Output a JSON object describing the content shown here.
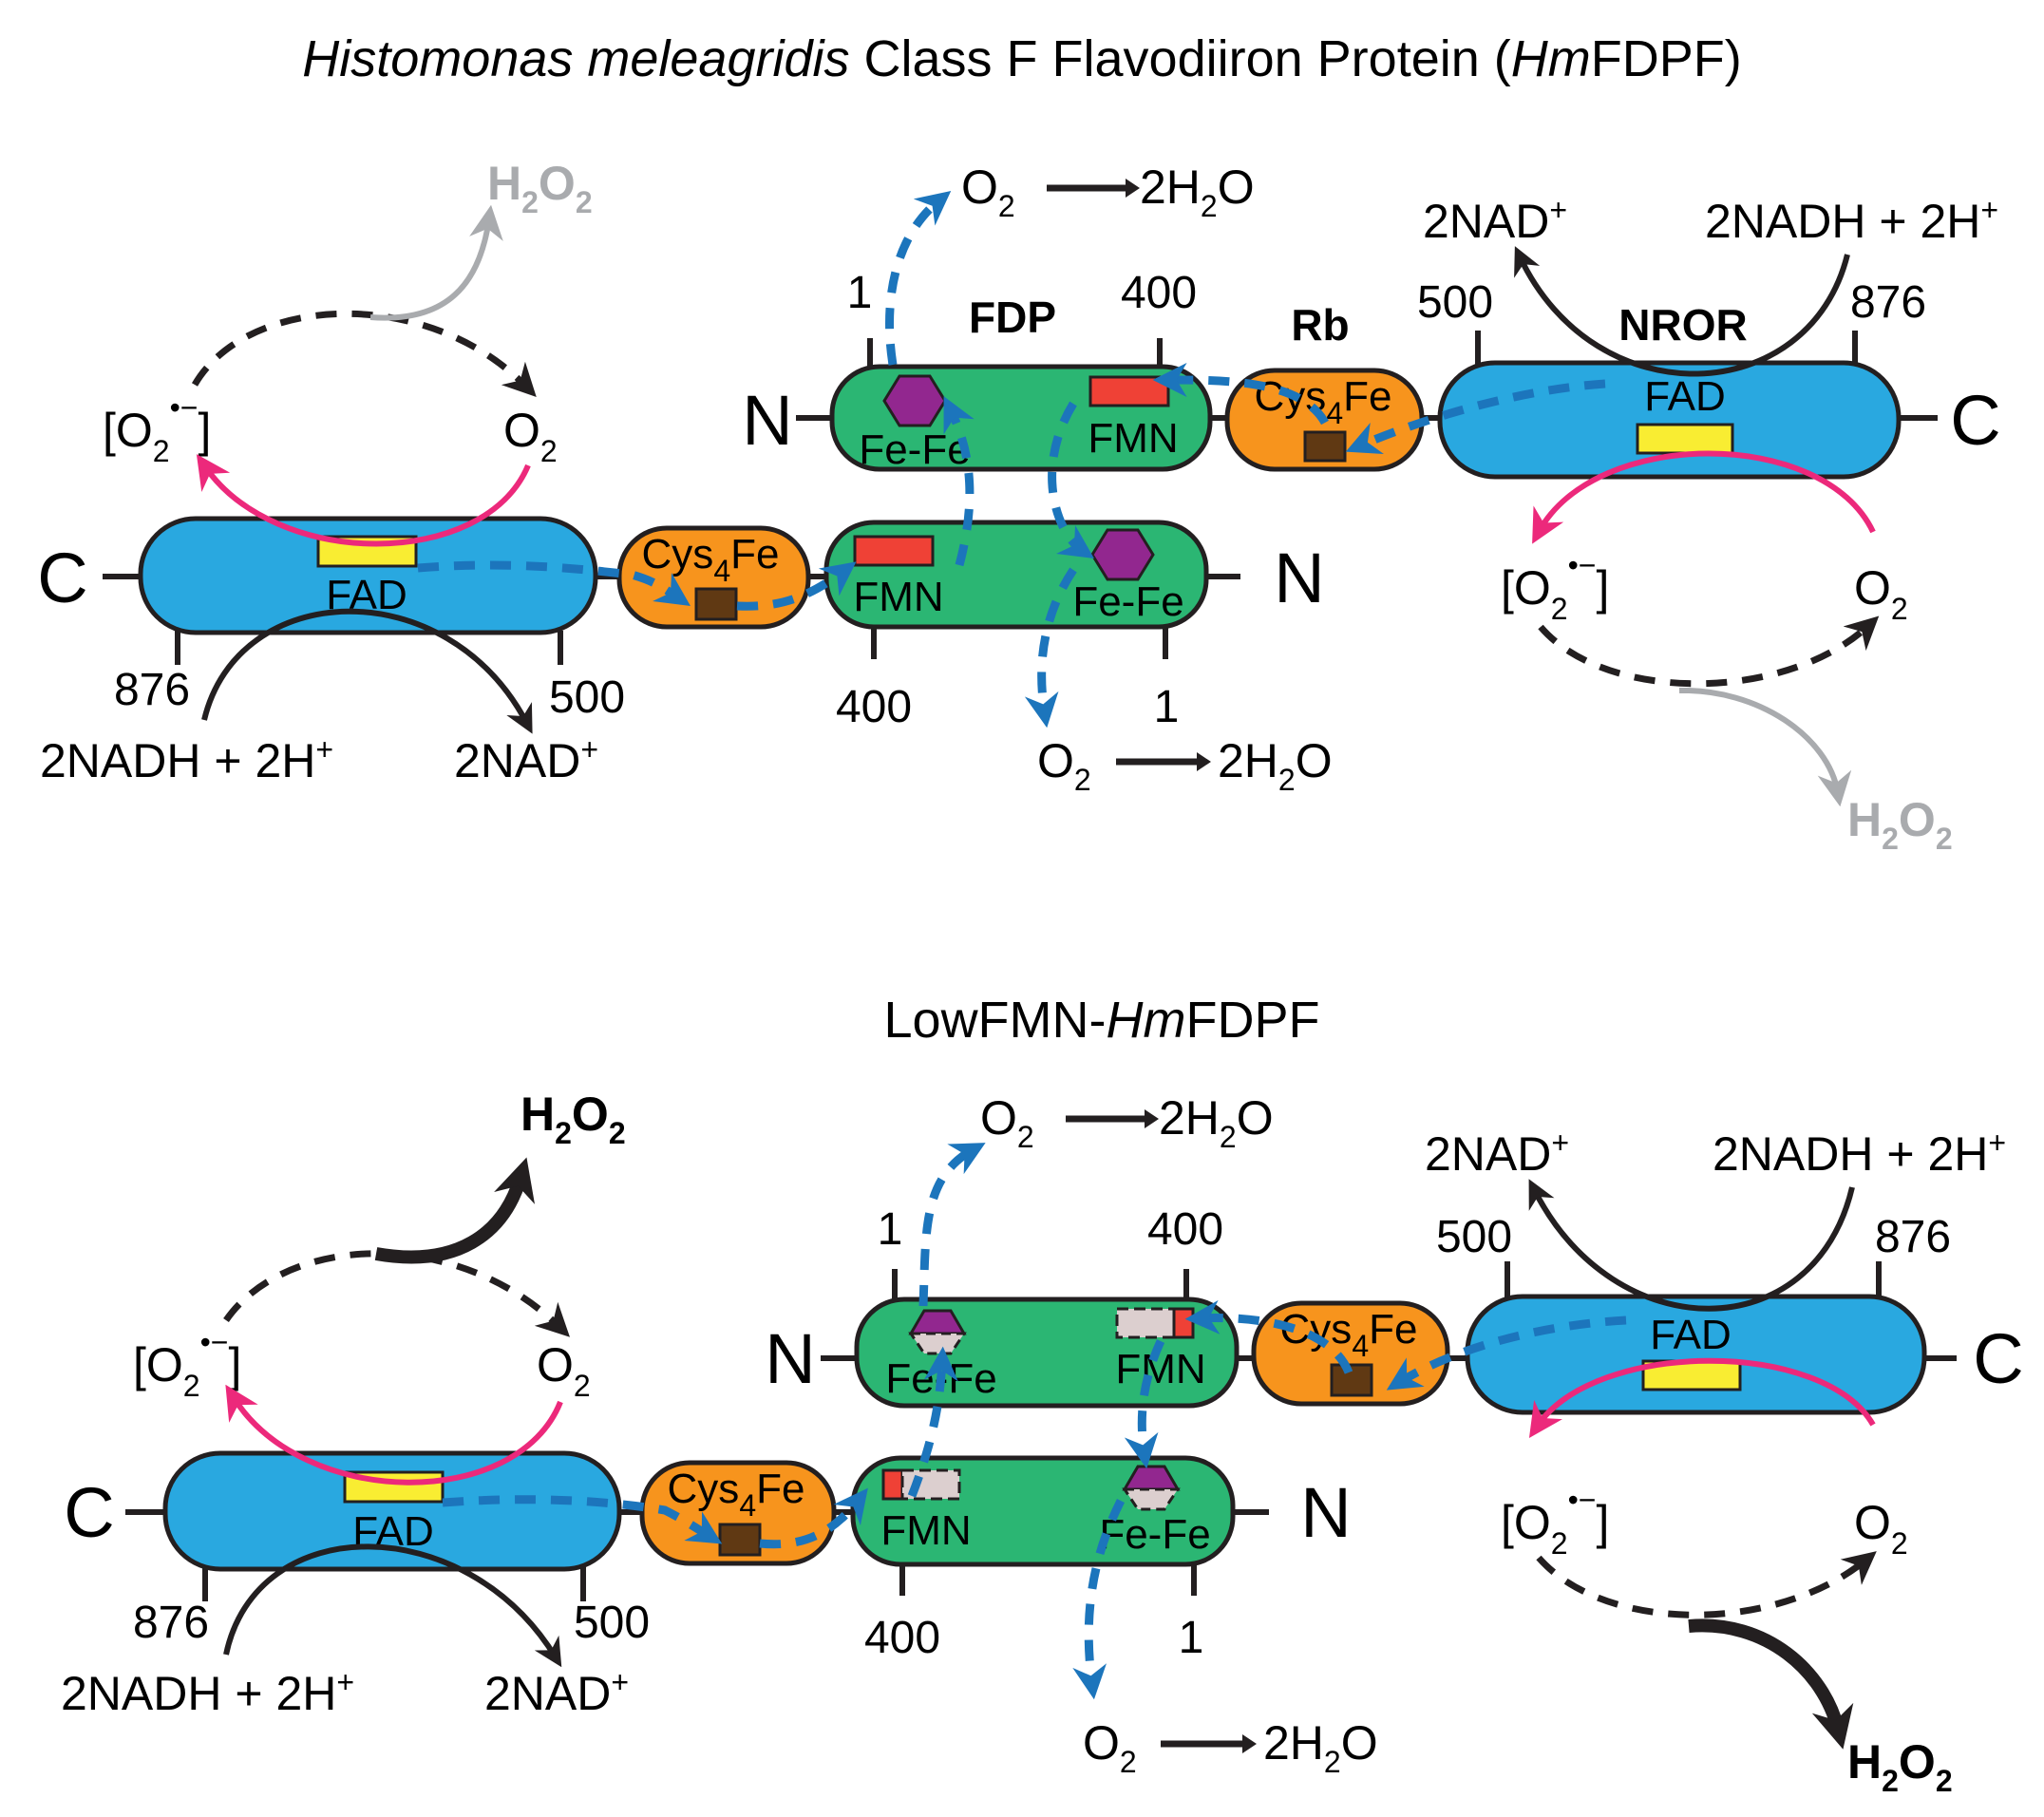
{
  "colors": {
    "fdp_domain": "#2bb673",
    "rb_domain": "#f7941d",
    "nror_domain": "#29a8e0",
    "fad": "#f9ed32",
    "fmn": "#ef4136",
    "fmn_depleted": "#dccfcf",
    "fefe": "#92278f",
    "fes_center": "#603913",
    "electron_flow": "#1c75bc",
    "superoxide_flow": "#ec297b",
    "minor_h2o2": "#a9abae"
  },
  "panels": [
    {
      "title_italic": "Histomonas meleagridis",
      "title_rest": " Class F Flavodiiron Protein (",
      "title_abbr_italic": "Hm",
      "title_abbr_rest": "FDPF)",
      "domain_labels": {
        "fdp": "FDP",
        "rb": "Rb",
        "nror": "NROR"
      },
      "subunit_a": {
        "n_term": "N",
        "c_term": "C",
        "ticks": [
          "1",
          "400",
          "500",
          "876"
        ],
        "fefe": "Fe-Fe",
        "fmn": "FMN",
        "rb_cys": "Cys",
        "rb_sub": "4",
        "rb_fe": "Fe",
        "fad": "FAD"
      },
      "subunit_b": {
        "n_term": "N",
        "c_term": "C",
        "ticks": [
          "876",
          "500",
          "400",
          "1"
        ],
        "fefe": "Fe-Fe",
        "fmn": "FMN",
        "rb_cys": "Cys",
        "rb_sub": "4",
        "rb_fe": "Fe",
        "fad": "FAD"
      },
      "reactions": {
        "o2_to_h2o_left": "O",
        "o2_sub": "2",
        "h2o_prefix": "2H",
        "h2o_sub": "2",
        "h2o_suffix": "O",
        "nad_plus": "2NAD",
        "nadh": "2NADH + 2H",
        "plus_sup": "+",
        "superoxide_open": "[O",
        "superoxide_sub": "2",
        "superoxide_sup": "•−",
        "superoxide_close": "]",
        "o2": "O",
        "h2o2_h": "H",
        "h2o2_o": "O",
        "h2o2_sub": "2",
        "h2o2_emphasis": "minor"
      }
    },
    {
      "title_prefix": "LowFMN-",
      "title_abbr_italic": "Hm",
      "title_abbr_rest": "FDPF",
      "subunit_a": {
        "n_term": "N",
        "c_term": "C",
        "ticks": [
          "1",
          "400",
          "500",
          "876"
        ],
        "fefe": "Fe-Fe",
        "fmn": "FMN",
        "rb_cys": "Cys",
        "rb_sub": "4",
        "rb_fe": "Fe",
        "fad": "FAD"
      },
      "subunit_b": {
        "n_term": "N",
        "c_term": "C",
        "ticks": [
          "876",
          "500",
          "400",
          "1"
        ],
        "fefe": "Fe-Fe",
        "fmn": "FMN",
        "rb_cys": "Cys",
        "rb_sub": "4",
        "rb_fe": "Fe",
        "fad": "FAD"
      },
      "reactions": {
        "h2o2_emphasis": "major"
      }
    }
  ]
}
